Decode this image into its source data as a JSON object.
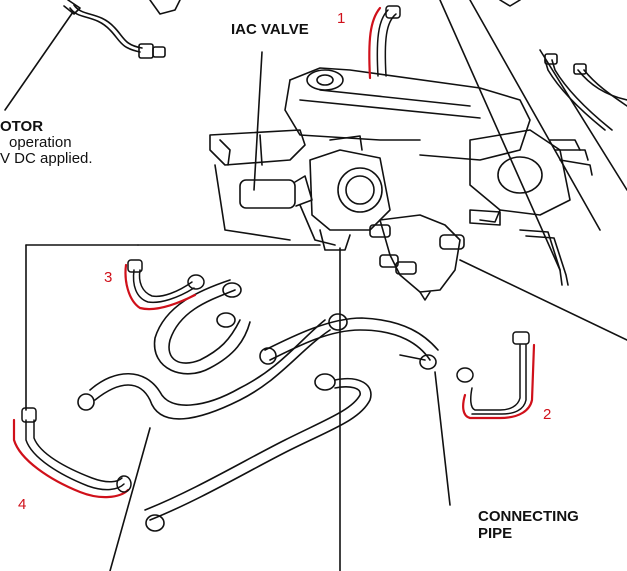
{
  "labels": {
    "iac_valve": "IAC VALVE",
    "motor": "OTOR",
    "operation": "operation",
    "dc_applied": "V DC applied.",
    "connecting_pipe_line1": "CONNECTING",
    "connecting_pipe_line2": "PIPE"
  },
  "hose_numbers": [
    "1",
    "2",
    "3",
    "4"
  ],
  "colors": {
    "line_art": "#111111",
    "highlight": "#d0101a"
  }
}
